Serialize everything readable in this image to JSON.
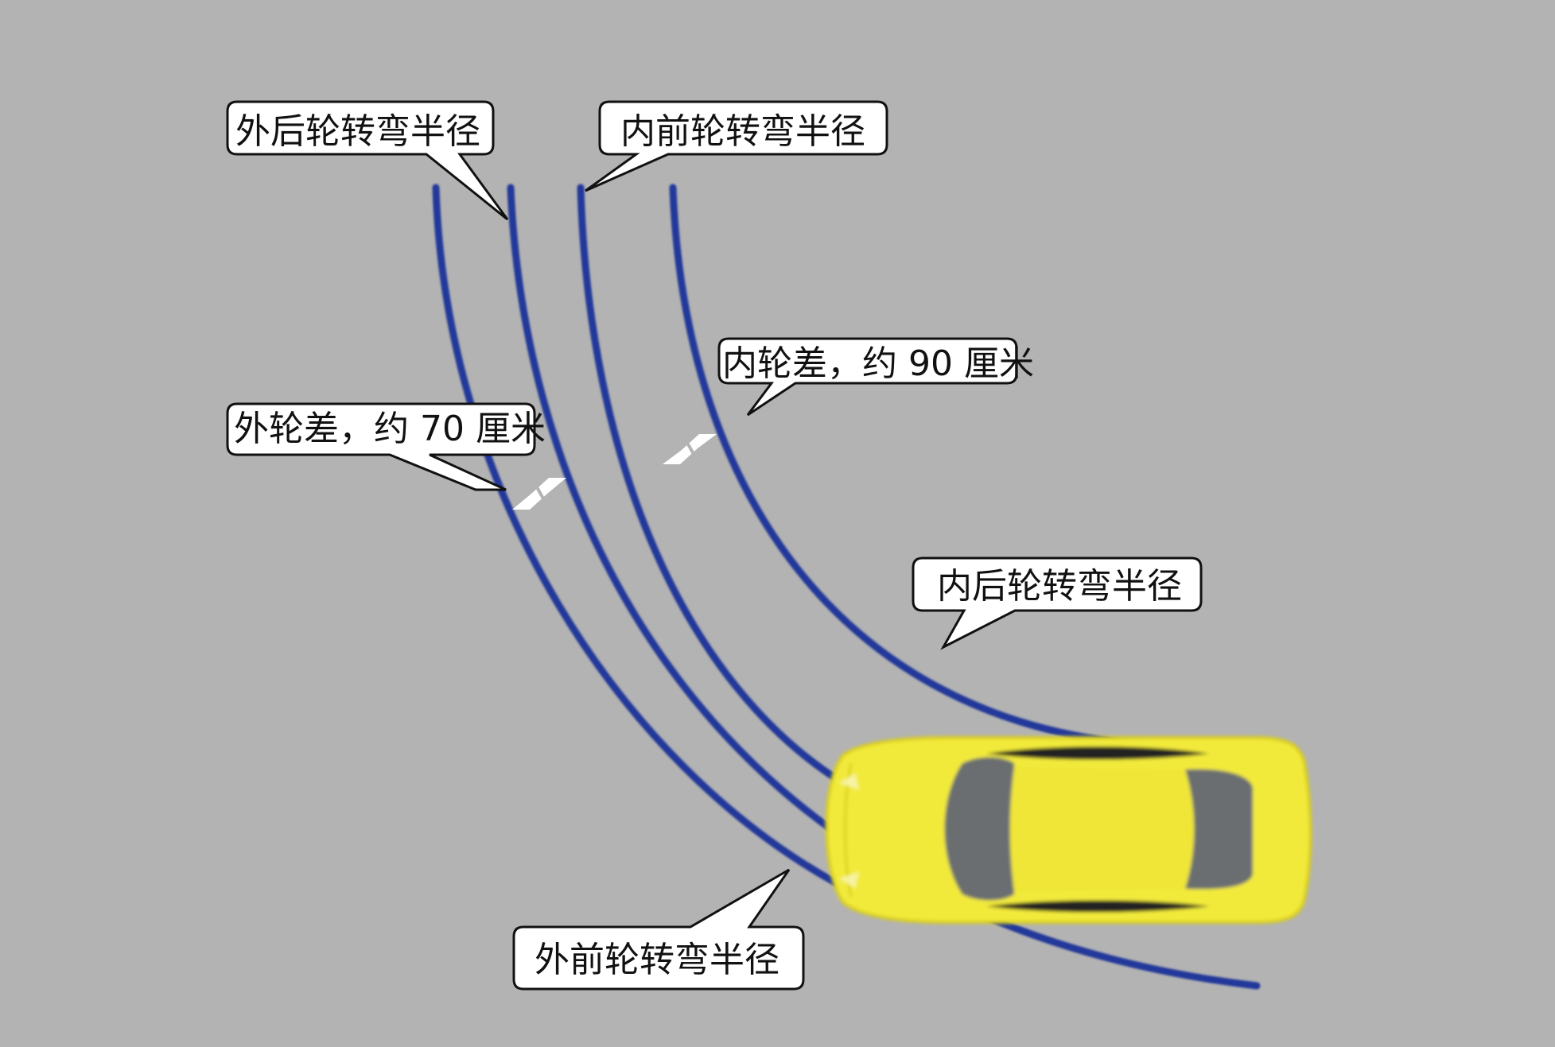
{
  "labels": {
    "outer_rear": "外后轮转弯半径",
    "inner_front": "内前轮转弯半径",
    "inner_diff": "内轮差，约 90 厘米",
    "outer_diff": "外轮差，约 70 厘米",
    "inner_rear": "内后轮转弯半径",
    "outer_front": "外前轮转弯半径"
  },
  "colors": {
    "background": "#b3b3b3",
    "track": "#23399a",
    "car_body": "#f2ea3b",
    "car_outline": "#d9cf1a",
    "glass": "#6b6e70",
    "callout_fill": "#ffffff",
    "callout_stroke": "#111111",
    "arrow": "#ffffff"
  },
  "icons": {
    "car": "car-top-view-icon",
    "double_arrow": "double-arrow-icon"
  }
}
